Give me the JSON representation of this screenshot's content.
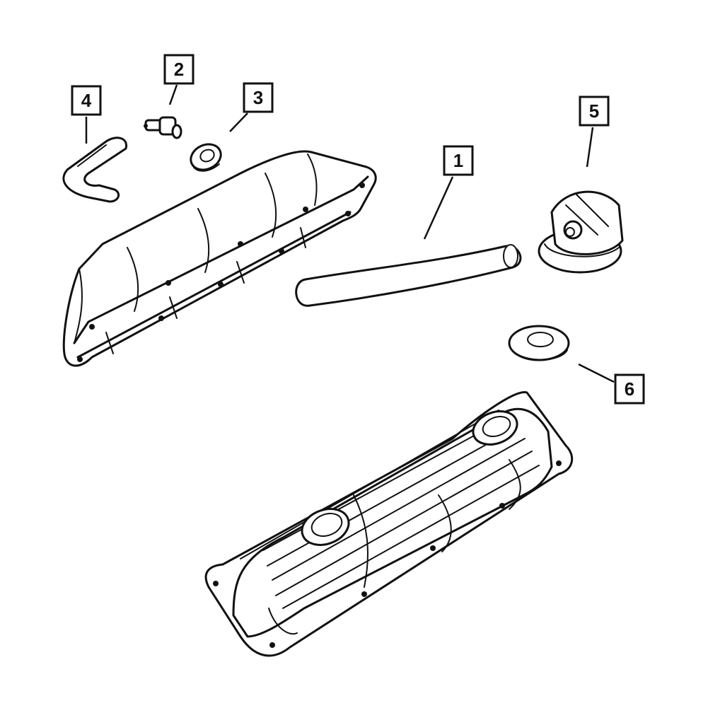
{
  "callouts": [
    {
      "id": "1",
      "label": "1"
    },
    {
      "id": "2",
      "label": "2"
    },
    {
      "id": "3",
      "label": "3"
    },
    {
      "id": "4",
      "label": "4"
    },
    {
      "id": "5",
      "label": "5"
    },
    {
      "id": "6",
      "label": "6"
    }
  ],
  "colors": {
    "ink": "#111111",
    "paper": "#ffffff"
  }
}
